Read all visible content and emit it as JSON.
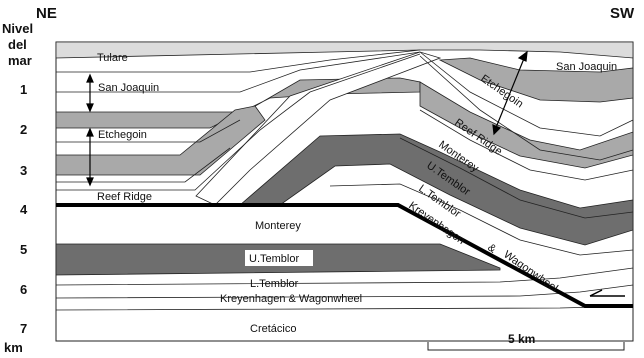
{
  "corners": {
    "left": "NE",
    "right": "SW"
  },
  "axis": {
    "title_lines": [
      "Nivel",
      "del",
      "mar"
    ],
    "ticks": [
      "1",
      "2",
      "3",
      "4",
      "5",
      "6",
      "7"
    ],
    "unit": "km"
  },
  "scale": {
    "label": "5 km"
  },
  "formations": {
    "tulare": "Tulare",
    "san_joaquin": "San Joaquin",
    "etchegoin": "Etchegoin",
    "reef_ridge": "Reef Ridge",
    "monterey": "Monterey",
    "u_temblor": "U.Temblor",
    "l_temblor": "L.Temblor",
    "kreyenhagen_wagonwheel": "Kreyenhagen & Wagonwheel",
    "kreyenhagen": "Kreyenhagen",
    "ampersand": "&",
    "wagonwheel": "Wagonwheel",
    "cretacico": "Cretácico"
  },
  "colors": {
    "dark_layer": "#6e6e6e",
    "mid_layer": "#a9a9a9",
    "light_layer": "#dcdcdc",
    "fault": "#000000",
    "outline": "#222222"
  }
}
